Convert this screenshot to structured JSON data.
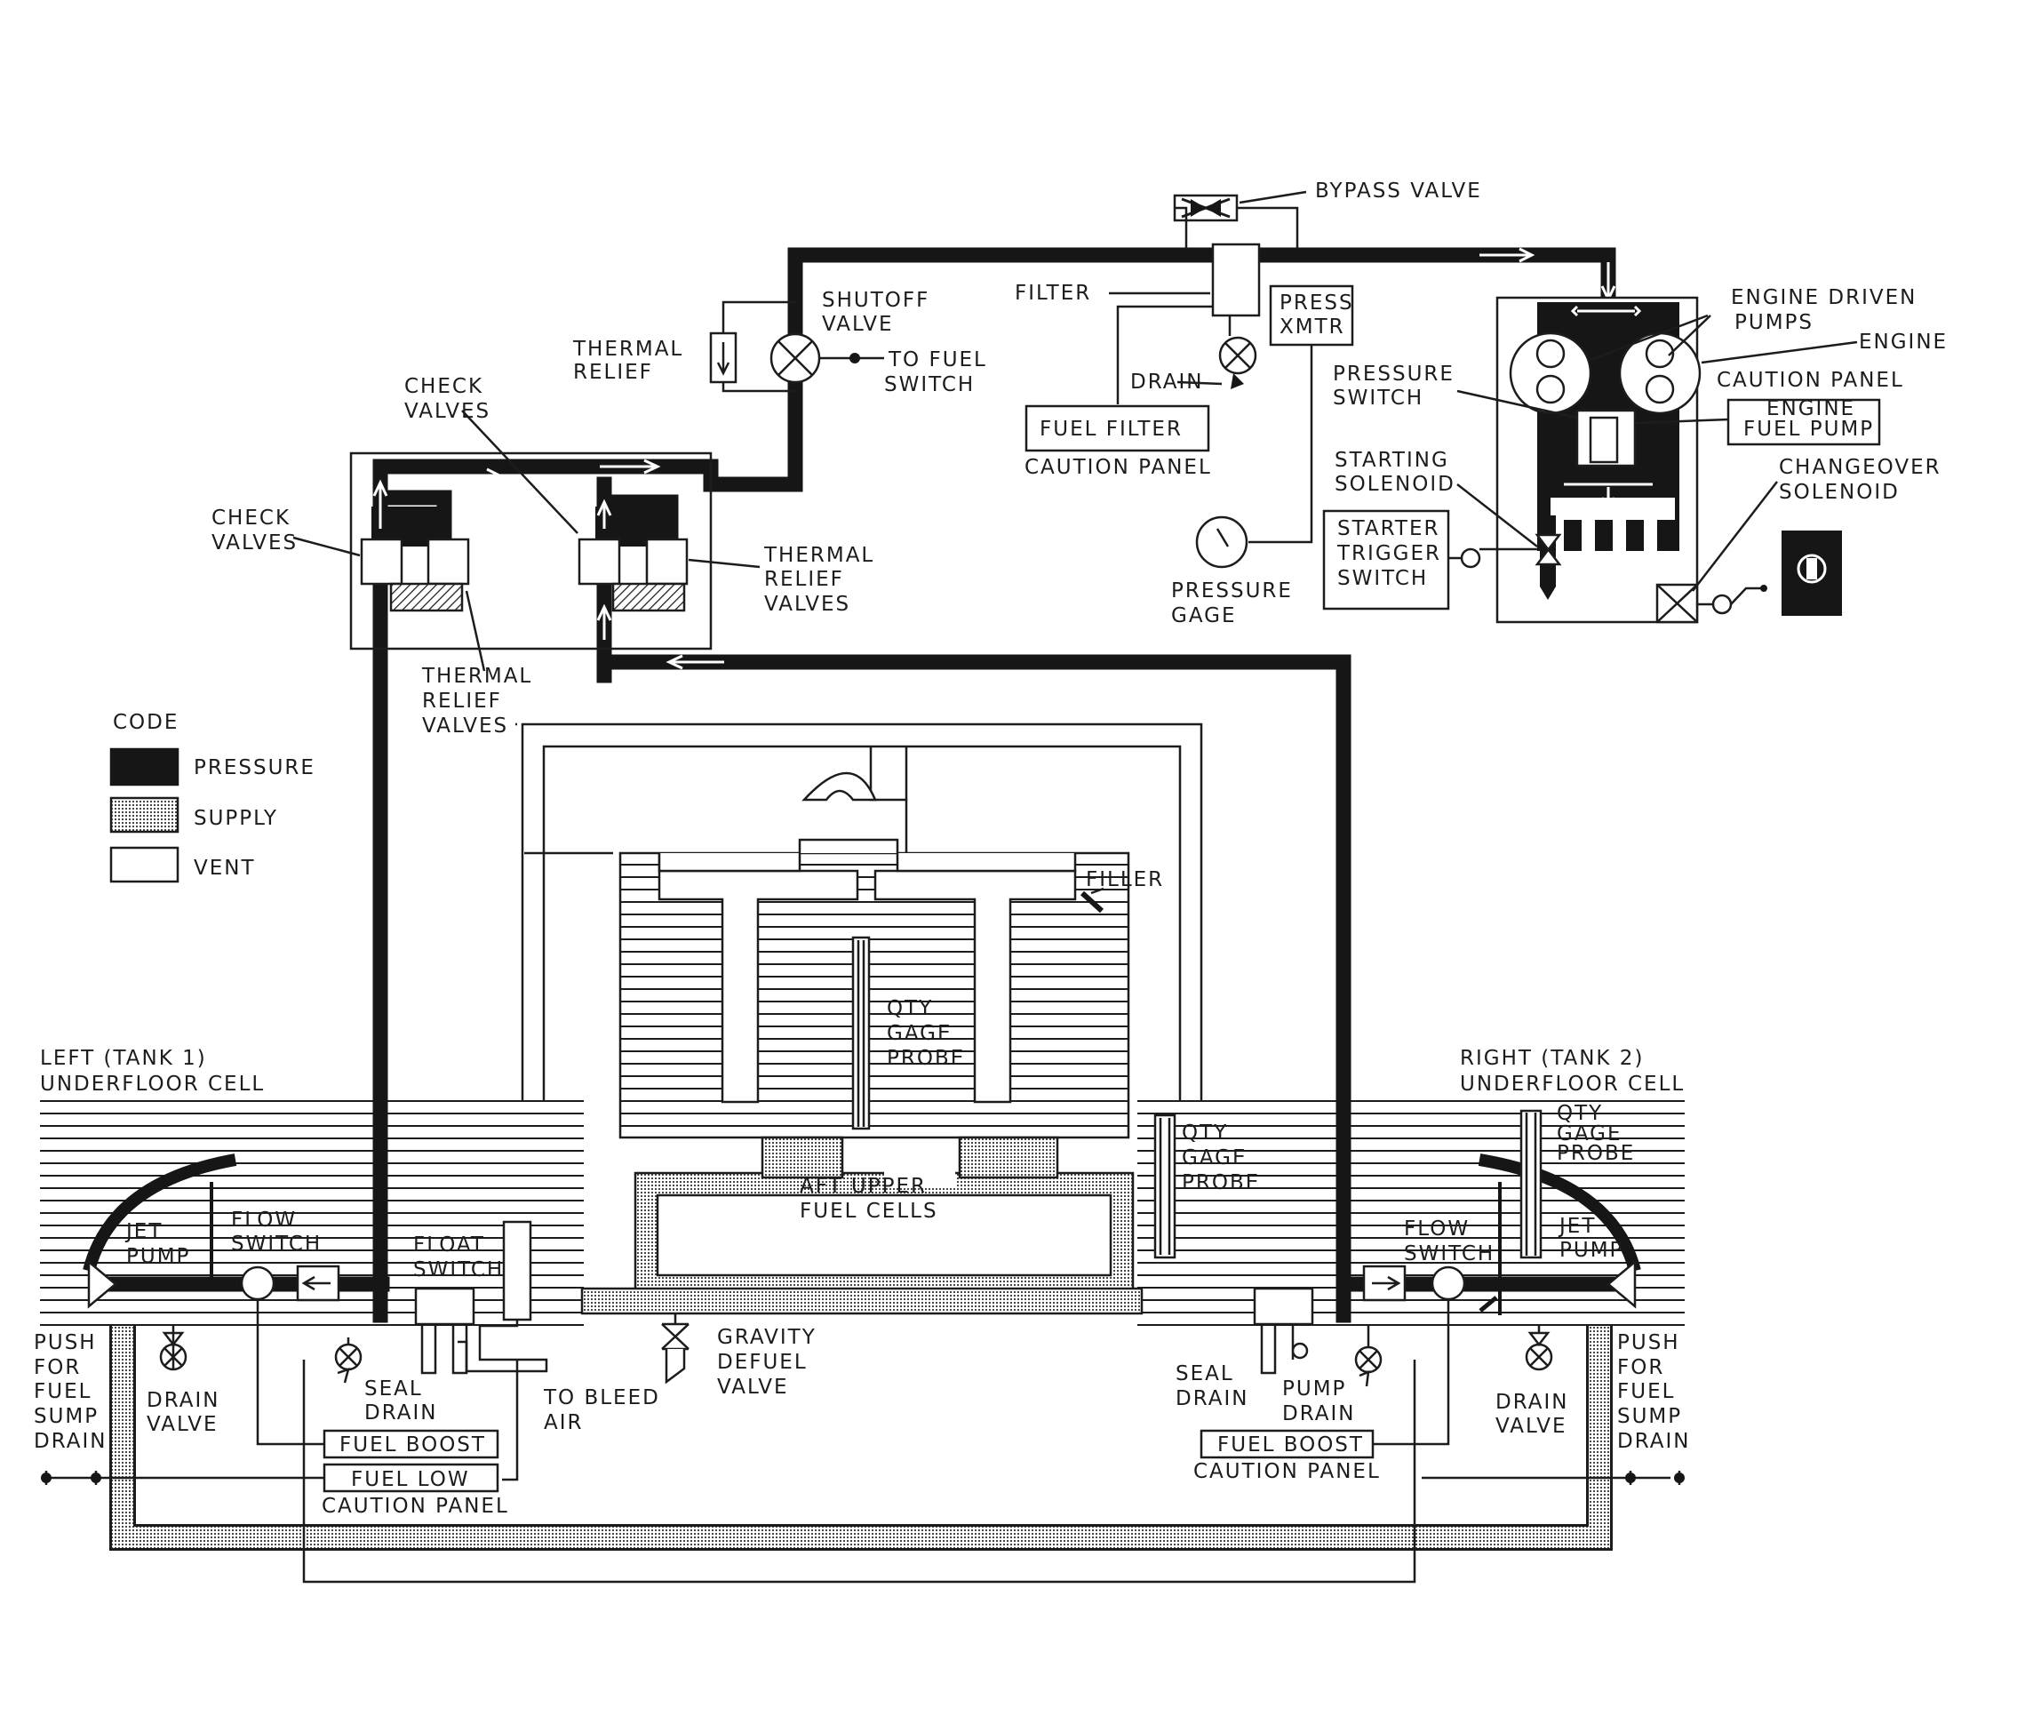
{
  "legend": {
    "title": "CODE",
    "pressure": "PRESSURE",
    "supply": "SUPPLY",
    "vent": "VENT"
  },
  "labels": {
    "bypass_valve": "BYPASS VALVE",
    "filter": "FILTER",
    "press_xmtr_1": "PRESS",
    "press_xmtr_2": "XMTR",
    "engine_driven_pumps_1": "ENGINE DRIVEN",
    "engine_driven_pumps_2": "PUMPS",
    "engine": "ENGINE",
    "shutoff_valve_1": "SHUTOFF",
    "shutoff_valve_2": "VALVE",
    "to_fuel_switch_1": "TO FUEL",
    "to_fuel_switch_2": "SWITCH",
    "thermal_relief_top_1": "THERMAL",
    "thermal_relief_top_2": "RELIEF",
    "drain": "DRAIN",
    "pressure_switch_1": "PRESSURE",
    "pressure_switch_2": "SWITCH",
    "caution_panel_right": "CAUTION PANEL",
    "engine_fuel_pump_1": "ENGINE",
    "engine_fuel_pump_2": "FUEL PUMP",
    "check_valves_upper_1": "CHECK",
    "check_valves_upper_2": "VALVES",
    "fuel_filter": "FUEL FILTER",
    "caution_panel_filter": "CAUTION PANEL",
    "starting_solenoid_1": "STARTING",
    "starting_solenoid_2": "SOLENOID",
    "changeover_solenoid_1": "CHANGEOVER",
    "changeover_solenoid_2": "SOLENOID",
    "check_valves_left_1": "CHECK",
    "check_valves_left_2": "VALVES",
    "thermal_relief_valves_right_1": "THERMAL",
    "thermal_relief_valves_right_2": "RELIEF",
    "thermal_relief_valves_right_3": "VALVES",
    "starter_trigger_1": "STARTER",
    "starter_trigger_2": "TRIGGER",
    "starter_trigger_3": "SWITCH",
    "pressure_gage_1": "PRESSURE",
    "pressure_gage_2": "GAGE",
    "thermal_relief_valves_lower_1": "THERMAL",
    "thermal_relief_valves_lower_2": "RELIEF",
    "thermal_relief_valves_lower_3": "VALVES",
    "filler": "FILLER",
    "qty_gage_probe_center_1": "QTY",
    "qty_gage_probe_center_2": "GAGE",
    "qty_gage_probe_center_3": "PROBE",
    "left_cell_1": "LEFT (TANK 1)",
    "left_cell_2": "UNDERFLOOR CELL",
    "right_cell_1": "RIGHT (TANK 2)",
    "right_cell_2": "UNDERFLOOR CELL",
    "qty_gage_probe_mid_1": "QTY",
    "qty_gage_probe_mid_2": "GAGE",
    "qty_gage_probe_mid_3": "PROBE",
    "qty_gage_probe_right_1": "QTY",
    "qty_gage_probe_right_2": "GAGE",
    "qty_gage_probe_right_3": "PROBE",
    "aft_upper_1": "AFT UPPER",
    "aft_upper_2": "FUEL CELLS",
    "jet_pump_left_1": "JET",
    "jet_pump_left_2": "PUMP",
    "flow_switch_left_1": "FLOW",
    "flow_switch_left_2": "SWITCH",
    "float_switch_1": "FLOAT",
    "float_switch_2": "SWITCH",
    "flow_switch_right_1": "FLOW",
    "flow_switch_right_2": "SWITCH",
    "jet_pump_right_1": "JET",
    "jet_pump_right_2": "PUMP",
    "push_left_1": "PUSH",
    "push_left_2": "FOR",
    "push_left_3": "FUEL",
    "push_left_4": "SUMP",
    "push_left_5": "DRAIN",
    "push_right_1": "PUSH",
    "push_right_2": "FOR",
    "push_right_3": "FUEL",
    "push_right_4": "SUMP",
    "push_right_5": "DRAIN",
    "drain_valve_left_1": "DRAIN",
    "drain_valve_left_2": "VALVE",
    "seal_drain_left_1": "SEAL",
    "seal_drain_left_2": "DRAIN",
    "to_bleed_air_1": "TO BLEED",
    "to_bleed_air_2": "AIR",
    "gravity_defuel_1": "GRAVITY",
    "gravity_defuel_2": "DEFUEL",
    "gravity_defuel_3": "VALVE",
    "seal_drain_right_1": "SEAL",
    "seal_drain_right_2": "DRAIN",
    "pump_drain_1": "PUMP",
    "pump_drain_2": "DRAIN",
    "drain_valve_right_1": "DRAIN",
    "drain_valve_right_2": "VALVE",
    "fuel_boost_left": "FUEL BOOST",
    "fuel_low": "FUEL LOW",
    "caution_panel_left": "CAUTION PANEL",
    "fuel_boost_right": "FUEL BOOST",
    "caution_panel_bottom_right": "CAUTION PANEL"
  },
  "colors": {
    "ink": "#161616",
    "paper": "#ffffff"
  }
}
